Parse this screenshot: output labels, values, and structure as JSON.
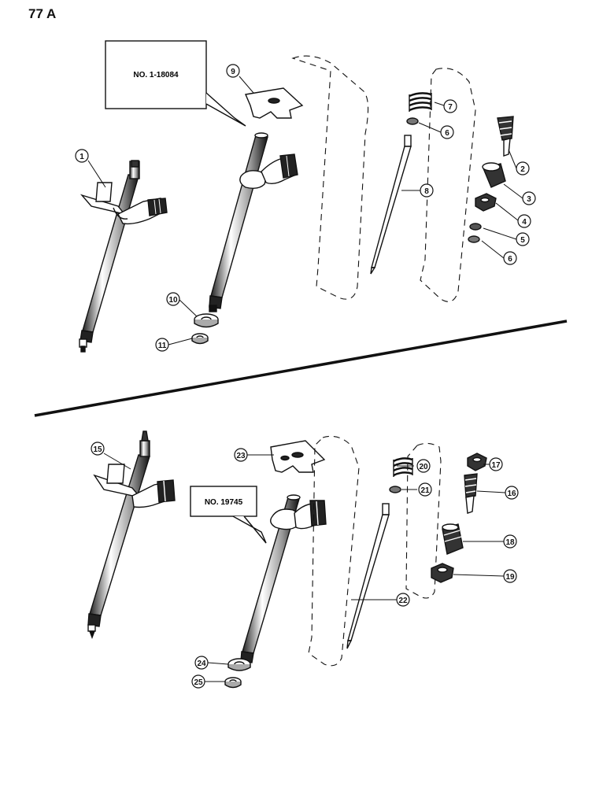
{
  "page": {
    "number": "77 A"
  },
  "callouts": {
    "top": "NO. 1-18084",
    "bottom": "NO. 19745"
  },
  "labels": {
    "l1": "1",
    "l2": "2",
    "l3": "3",
    "l4": "4",
    "l5": "5",
    "l6a": "6",
    "l6b": "6",
    "l7": "7",
    "l8": "8",
    "l9": "9",
    "l10": "10",
    "l11": "11",
    "l15": "15",
    "l16": "16",
    "l17": "17",
    "l18": "18",
    "l19": "19",
    "l20": "20",
    "l21": "21",
    "l22": "22",
    "l23": "23",
    "l24": "24",
    "l25": "25"
  },
  "colors": {
    "ink": "#111111",
    "paper": "#ffffff",
    "shade": "#555555"
  }
}
